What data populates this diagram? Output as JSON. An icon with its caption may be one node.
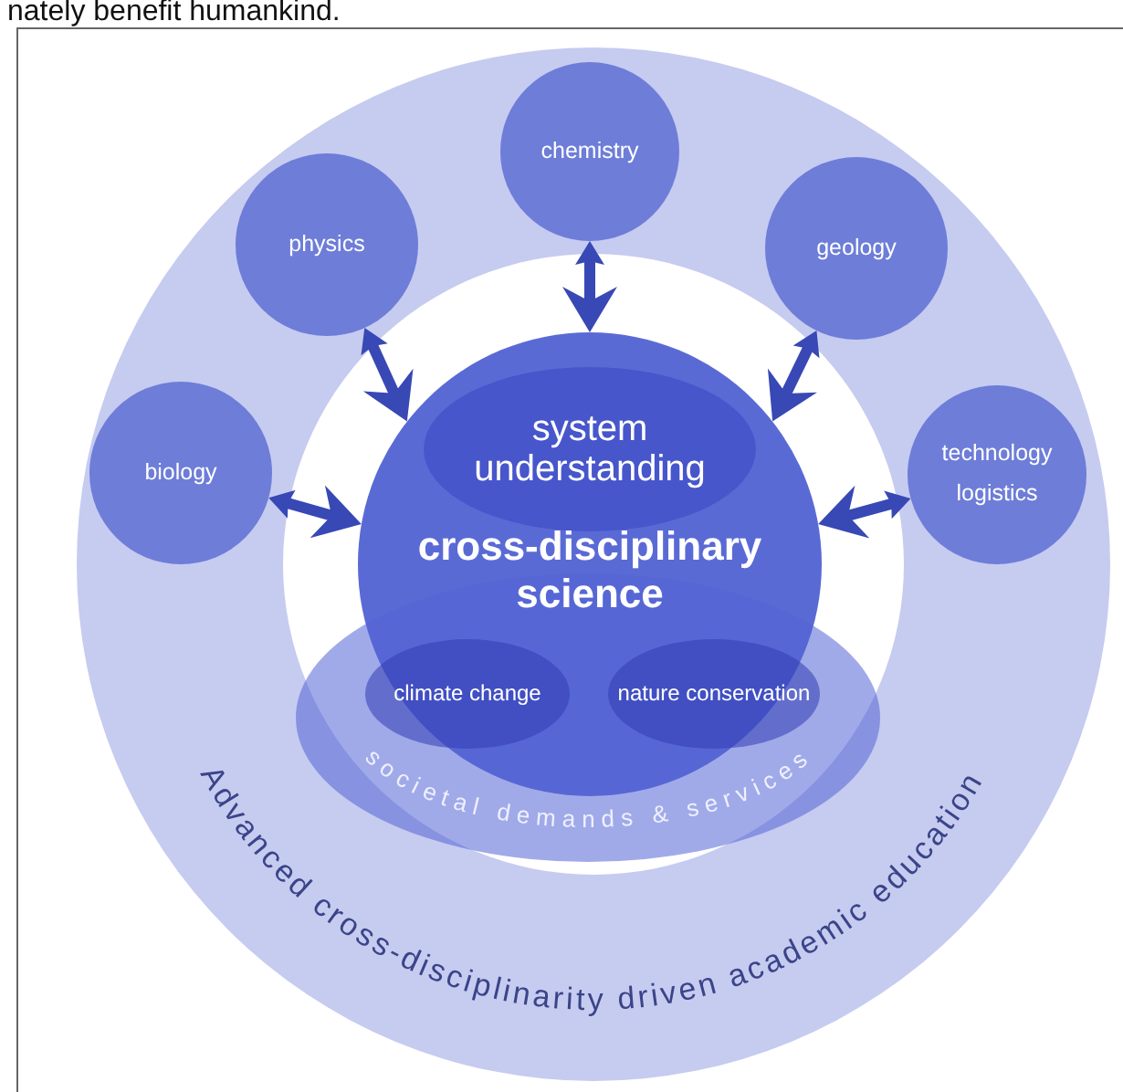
{
  "diagram": {
    "nodes": [
      {
        "text": [
          "Advanced cross-disciplinarity driven academic education"
        ]
      },
      {
        "text": [
          "chemistry"
        ],
        "in": 0
      },
      {
        "text": [
          "physics"
        ],
        "in": 0
      },
      {
        "text": [
          "geology"
        ],
        "in": 0
      },
      {
        "text": [
          "biology"
        ],
        "in": 0
      },
      {
        "text": [
          "technology logistics"
        ],
        "in": 0
      },
      {
        "text": [
          "cross-disciplinary science"
        ],
        "in": 0
      },
      {
        "text": [
          "system understanding"
        ],
        "in": 6
      },
      {
        "text": [
          "societal demands & services"
        ],
        "in": 0
      },
      {
        "text": [
          "climate change"
        ]
      },
      {
        "text": [
          "nature conservation"
        ]
      }
    ],
    "edges": [
      {
        "from": 2,
        "to": 6,
        "arrow": "both"
      },
      {
        "from": 1,
        "to": 6,
        "arrow": "both"
      },
      {
        "from": 3,
        "to": 6,
        "arrow": "both"
      },
      {
        "from": 4,
        "to": 6,
        "arrow": "both"
      },
      {
        "from": 5,
        "to": 6,
        "arrow": "both"
      }
    ],
    "labels": [
      "nately benefit humankind."
    ]
  }
}
